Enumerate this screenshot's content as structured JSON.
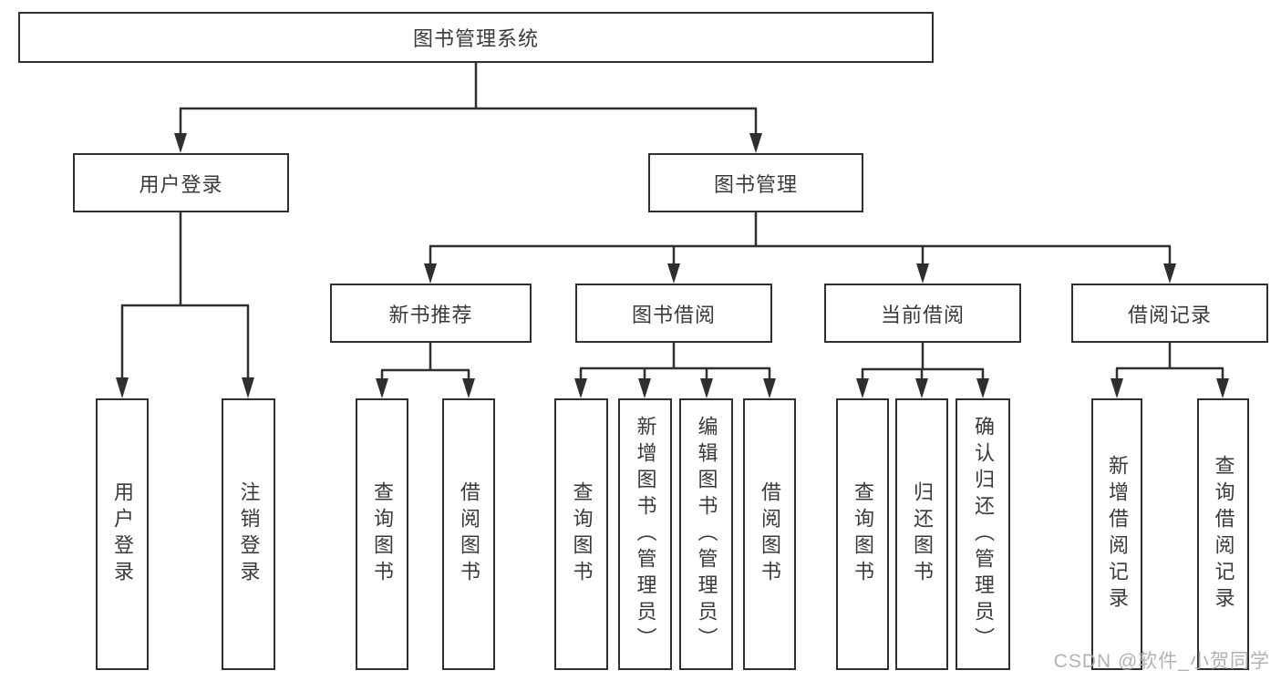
{
  "tree": {
    "root": "图书管理系统",
    "children": [
      {
        "label": "用户登录",
        "children": [
          "用户登录",
          "注销登录"
        ]
      },
      {
        "label": "图书管理",
        "children": [
          {
            "label": "新书推荐",
            "children": [
              "查询图书",
              "借阅图书"
            ]
          },
          {
            "label": "图书借阅",
            "children": [
              "查询图书",
              "新增图书（管理员）",
              "编辑图书（管理员）",
              "借阅图书"
            ]
          },
          {
            "label": "当前借阅",
            "children": [
              "查询图书",
              "归还图书",
              "确认归还（管理员）"
            ]
          },
          {
            "label": "借阅记录",
            "children": [
              "新增借阅记录",
              "查询借阅记录"
            ]
          }
        ]
      }
    ]
  },
  "watermark": "CSDN @软件_小贺同学",
  "colors": {
    "line": "#2f2f2f",
    "text": "#3a3a3e",
    "watermark": "#aaaaaa",
    "background": "#ffffff"
  }
}
